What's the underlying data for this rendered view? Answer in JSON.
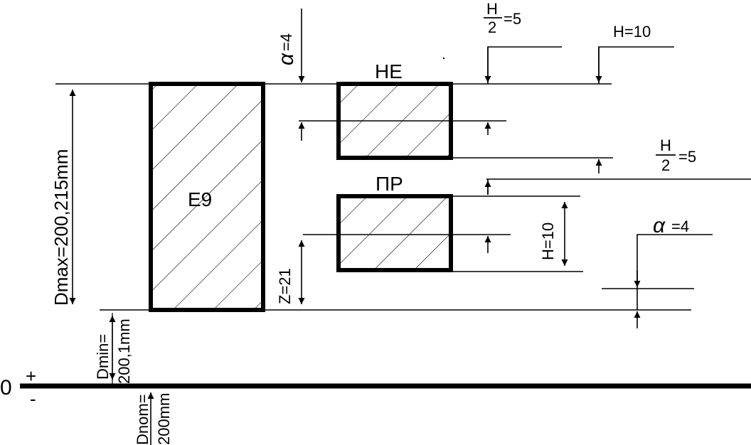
{
  "zero_line": {
    "zero": "0",
    "plus": "+",
    "minus": "-"
  },
  "hole_field": {
    "label": "E9"
  },
  "gauge_ne": {
    "label": "НЕ"
  },
  "gauge_pr": {
    "label": "ПР"
  },
  "dimensions": {
    "dmax": "Dmax=200,215mm",
    "dmin_1": "Dmin=",
    "dmin_2": "200,1mm",
    "dnom_1": "Dnom=",
    "dnom_2": "200mm",
    "alpha_top": "=4",
    "alpha_right": "=4",
    "alpha_symbol": "α",
    "h_half_top_num": "H",
    "h_half_top_den": "2",
    "h_half_top_val": "=5",
    "h_half_mid_num": "H",
    "h_half_mid_den": "2",
    "h_half_mid_val": "=5",
    "h10_top": "H=10",
    "h10_pr": "H=10",
    "z": "Z=21"
  }
}
